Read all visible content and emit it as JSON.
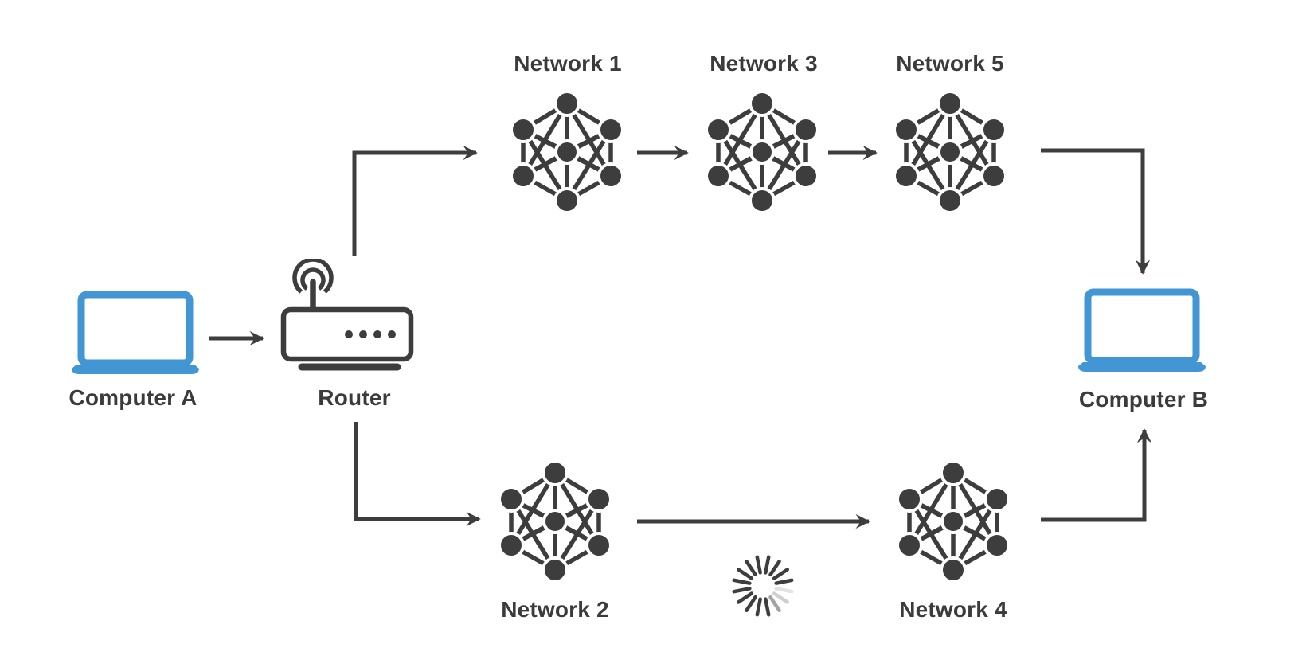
{
  "diagram": {
    "type": "network-routing-diagram",
    "nodes": {
      "computer_a": "Computer A",
      "router": "Router",
      "network_1": "Network 1",
      "network_2": "Network 2",
      "network_3": "Network 3",
      "network_4": "Network 4",
      "network_5": "Network 5",
      "computer_b": "Computer B"
    },
    "connections": [
      {
        "from": "Computer A",
        "to": "Router"
      },
      {
        "from": "Router",
        "to": "Network 1",
        "path": "top"
      },
      {
        "from": "Network 1",
        "to": "Network 3",
        "path": "top"
      },
      {
        "from": "Network 3",
        "to": "Network 5",
        "path": "top"
      },
      {
        "from": "Network 5",
        "to": "Computer B",
        "path": "top"
      },
      {
        "from": "Router",
        "to": "Network 2",
        "path": "bottom"
      },
      {
        "from": "Network 2",
        "to": "Network 4",
        "path": "bottom"
      },
      {
        "from": "Network 4",
        "to": "Computer B",
        "path": "bottom"
      }
    ],
    "icons": {
      "computer_a": "laptop-icon",
      "computer_b": "laptop-icon",
      "router": "wireless-router-icon",
      "networks": "mesh-network-icon",
      "between_network_2_and_4": "loading-spinner-icon"
    },
    "colors": {
      "background": "#ffffff",
      "dark": "#3d3d3d",
      "text": "#3b3b3b",
      "laptop_blue": "#4196d3",
      "spinner_faded": [
        "#e2e2e2",
        "#cfcfcf",
        "#a3a3a3"
      ]
    }
  }
}
